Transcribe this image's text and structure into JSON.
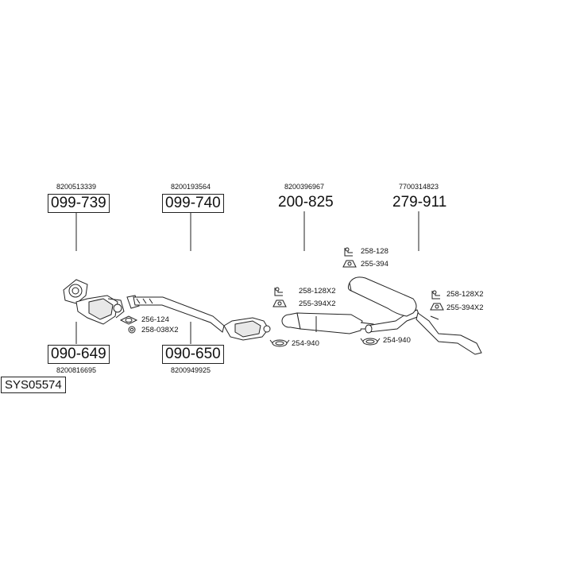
{
  "diagram_id": "SYS05574",
  "parts": [
    {
      "oem": "8200513339",
      "number": "099-739"
    },
    {
      "oem": "8200193564",
      "number": "099-740"
    },
    {
      "oem": "8200396967",
      "number": "200-825"
    },
    {
      "oem": "7700314823",
      "number": "279-911"
    },
    {
      "oem": "8200816695",
      "number": "090-649"
    },
    {
      "oem": "8200949925",
      "number": "090-650"
    }
  ],
  "fittings": {
    "g1": [
      "256-124",
      "258-038X2"
    ],
    "g2": [
      "258-128X2",
      "255-394X2",
      "254-940"
    ],
    "g3": [
      "258-128",
      "255-394"
    ],
    "g4": [
      "254-940"
    ],
    "g5": [
      "258-128X2",
      "255-394X2"
    ]
  }
}
